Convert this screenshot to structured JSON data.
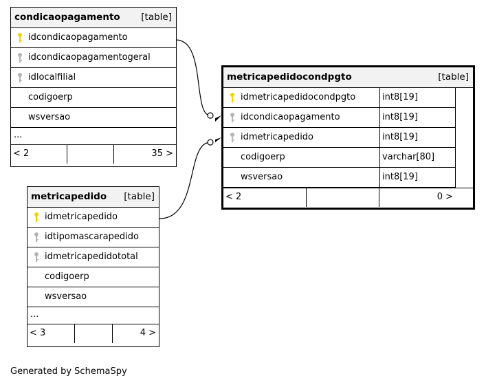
{
  "tables": {
    "condicaopagamento": {
      "name": "condicaopagamento",
      "kind": "[table]",
      "columns": [
        {
          "name": "idcondicaopagamento",
          "key": "primary"
        },
        {
          "name": "idcondicaopagamentogeral",
          "key": "foreign"
        },
        {
          "name": "idlocalfilial",
          "key": "foreign"
        },
        {
          "name": "codigoerp",
          "key": "none"
        },
        {
          "name": "wsversao",
          "key": "none"
        }
      ],
      "ellipsis": "...",
      "parents": "< 2",
      "children": "35 >"
    },
    "metricapedido": {
      "name": "metricapedido",
      "kind": "[table]",
      "columns": [
        {
          "name": "idmetricapedido",
          "key": "primary"
        },
        {
          "name": "idtipomascarapedido",
          "key": "foreign"
        },
        {
          "name": "idmetricapedidototal",
          "key": "foreign"
        },
        {
          "name": "codigoerp",
          "key": "none"
        },
        {
          "name": "wsversao",
          "key": "none"
        }
      ],
      "ellipsis": "...",
      "parents": "< 3",
      "children": "4 >"
    },
    "metricapedidocondpgto": {
      "name": "metricapedidocondpgto",
      "kind": "[table]",
      "columns": [
        {
          "name": "idmetricapedidocondpgto",
          "type": "int8[19]",
          "key": "primary"
        },
        {
          "name": "idcondicaopagamento",
          "type": "int8[19]",
          "key": "foreign"
        },
        {
          "name": "idmetricapedido",
          "type": "int8[19]",
          "key": "foreign"
        },
        {
          "name": "codigoerp",
          "type": "varchar[80]",
          "key": "none"
        },
        {
          "name": "wsversao",
          "type": "int8[19]",
          "key": "none"
        }
      ],
      "parents": "< 2",
      "children": "0 >"
    }
  },
  "colors": {
    "primary_key": "#f2d400",
    "foreign_key": "#b4b4b4",
    "header_bg": "#f2f2f2"
  },
  "footer": {
    "generated": "Generated by SchemaSpy"
  }
}
